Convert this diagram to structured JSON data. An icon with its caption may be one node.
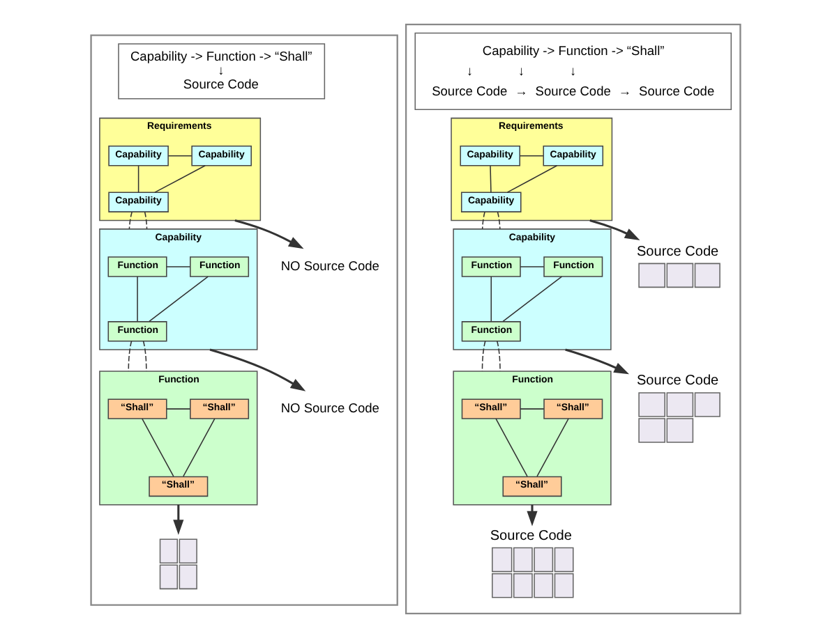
{
  "diagram": {
    "nodes": [
      {
        "text": [],
        "shape": "box"
      },
      {
        "text": [
          "Capability -> Function -> “Shall”",
          "↓",
          "Source Code"
        ],
        "in": 0
      },
      {
        "text": [
          "Requirements"
        ],
        "in": 0
      },
      {
        "text": [
          "Capability"
        ],
        "in": 2
      },
      {
        "text": [
          "Capability"
        ],
        "in": 2
      },
      {
        "text": [
          "Capability"
        ],
        "in": 2
      },
      {
        "text": [
          "NO Source Code"
        ],
        "in": 0
      },
      {
        "text": [
          "Capability"
        ],
        "in": 0
      },
      {
        "text": [
          "Function"
        ],
        "in": 7
      },
      {
        "text": [
          "Function"
        ],
        "in": 7
      },
      {
        "text": [
          "Function"
        ],
        "in": 7
      },
      {
        "text": [
          "NO Source Code"
        ],
        "in": 0
      },
      {
        "text": [
          "Function"
        ],
        "in": 0
      },
      {
        "text": [
          "“Shall”"
        ],
        "in": 12
      },
      {
        "text": [
          "“Shall”"
        ],
        "in": 12
      },
      {
        "text": [
          "“Shall”"
        ],
        "in": 12
      },
      {
        "text": [],
        "shape": "document",
        "in": 0
      },
      {
        "text": [],
        "shape": "box"
      },
      {
        "text": [
          "Capability -> Function -> “Shall”",
          "↓",
          "↓",
          "↓",
          "Source Code",
          "→",
          "Source Code",
          "→",
          "Source Code"
        ],
        "in": 17
      },
      {
        "text": [
          "Requirements"
        ],
        "in": 17
      },
      {
        "text": [
          "Capability"
        ],
        "in": 19
      },
      {
        "text": [
          "Capability"
        ],
        "in": 19
      },
      {
        "text": [
          "Capability"
        ],
        "in": 19
      },
      {
        "text": [],
        "shape": "document",
        "beside": [
          "Source Code"
        ],
        "in": 17
      },
      {
        "text": [
          "Capability"
        ],
        "in": 17
      },
      {
        "text": [
          "Function"
        ],
        "in": 24
      },
      {
        "text": [
          "Function"
        ],
        "in": 24
      },
      {
        "text": [
          "Function"
        ],
        "in": 24
      },
      {
        "text": [],
        "shape": "document",
        "beside": [
          "Source Code"
        ],
        "in": 17
      },
      {
        "text": [
          "Function"
        ],
        "in": 17
      },
      {
        "text": [
          "“Shall”"
        ],
        "in": 29
      },
      {
        "text": [
          "“Shall”"
        ],
        "in": 29
      },
      {
        "text": [
          "“Shall”"
        ],
        "in": 29
      },
      {
        "text": [],
        "shape": "document",
        "beside": [
          "Source Code"
        ],
        "in": 17
      }
    ],
    "edges": [
      {
        "from": 4,
        "to": 3,
        "arrow": "none"
      },
      {
        "from": 4,
        "to": 5,
        "arrow": "none"
      },
      {
        "from": 3,
        "to": 5,
        "arrow": "none"
      },
      {
        "from": 2,
        "to": 6,
        "arrow": "to"
      },
      {
        "from": 5,
        "to": 7,
        "arrow": "none",
        "style": "dashed"
      },
      {
        "from": 5,
        "to": 7,
        "arrow": "none",
        "style": "dashed"
      },
      {
        "from": 8,
        "to": 9,
        "arrow": "none"
      },
      {
        "from": 8,
        "to": 10,
        "arrow": "none"
      },
      {
        "from": 9,
        "to": 10,
        "arrow": "none"
      },
      {
        "from": 7,
        "to": 11,
        "arrow": "to"
      },
      {
        "from": 10,
        "to": 12,
        "arrow": "none",
        "style": "dashed"
      },
      {
        "from": 10,
        "to": 12,
        "arrow": "none",
        "style": "dashed"
      },
      {
        "from": 13,
        "to": 14,
        "arrow": "none"
      },
      {
        "from": 13,
        "to": 15,
        "arrow": "none"
      },
      {
        "from": 14,
        "to": 15,
        "arrow": "none"
      },
      {
        "from": 12,
        "to": 16,
        "arrow": "to"
      },
      {
        "from": 21,
        "to": 20,
        "arrow": "none"
      },
      {
        "from": 21,
        "to": 22,
        "arrow": "none"
      },
      {
        "from": 20,
        "to": 22,
        "arrow": "none"
      },
      {
        "from": 19,
        "to": 23,
        "arrow": "to"
      },
      {
        "from": 22,
        "to": 24,
        "arrow": "none",
        "style": "dashed"
      },
      {
        "from": 22,
        "to": 24,
        "arrow": "none",
        "style": "dashed"
      },
      {
        "from": 25,
        "to": 26,
        "arrow": "none"
      },
      {
        "from": 25,
        "to": 27,
        "arrow": "none"
      },
      {
        "from": 26,
        "to": 27,
        "arrow": "none"
      },
      {
        "from": 24,
        "to": 28,
        "arrow": "to"
      },
      {
        "from": 27,
        "to": 29,
        "arrow": "none",
        "style": "dashed"
      },
      {
        "from": 27,
        "to": 29,
        "arrow": "none",
        "style": "dashed"
      },
      {
        "from": 30,
        "to": 31,
        "arrow": "none"
      },
      {
        "from": 30,
        "to": 32,
        "arrow": "none"
      },
      {
        "from": 31,
        "to": 32,
        "arrow": "none"
      },
      {
        "from": 29,
        "to": 33,
        "arrow": "to"
      }
    ]
  }
}
